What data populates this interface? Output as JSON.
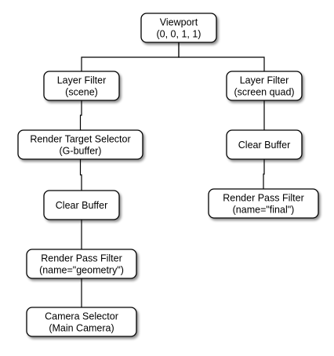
{
  "nodes": [
    {
      "id": "viewport",
      "lines": [
        "Viewport",
        "(0, 0, 1, 1)"
      ]
    },
    {
      "id": "layer-scene",
      "lines": [
        "Layer Filter",
        "(scene)"
      ]
    },
    {
      "id": "layer-quad",
      "lines": [
        "Layer Filter",
        "(screen quad)"
      ]
    },
    {
      "id": "rts-gbuffer",
      "lines": [
        "Render Target Selector",
        "(G-buffer)"
      ]
    },
    {
      "id": "clear-left",
      "lines": [
        "Clear Buffer"
      ]
    },
    {
      "id": "clear-right",
      "lines": [
        "Clear Buffer"
      ]
    },
    {
      "id": "rpf-geometry",
      "lines": [
        "Render Pass Filter",
        "(name=\"geometry\")"
      ]
    },
    {
      "id": "rpf-final",
      "lines": [
        "Render Pass Filter",
        "(name=\"final\")"
      ]
    },
    {
      "id": "camera-main",
      "lines": [
        "Camera Selector",
        "(Main Camera)"
      ]
    }
  ],
  "edges": [
    [
      "viewport",
      "layer-scene"
    ],
    [
      "viewport",
      "layer-quad"
    ],
    [
      "layer-scene",
      "rts-gbuffer"
    ],
    [
      "rts-gbuffer",
      "clear-left"
    ],
    [
      "clear-left",
      "rpf-geometry"
    ],
    [
      "rpf-geometry",
      "camera-main"
    ],
    [
      "layer-quad",
      "clear-right"
    ],
    [
      "clear-right",
      "rpf-final"
    ]
  ]
}
